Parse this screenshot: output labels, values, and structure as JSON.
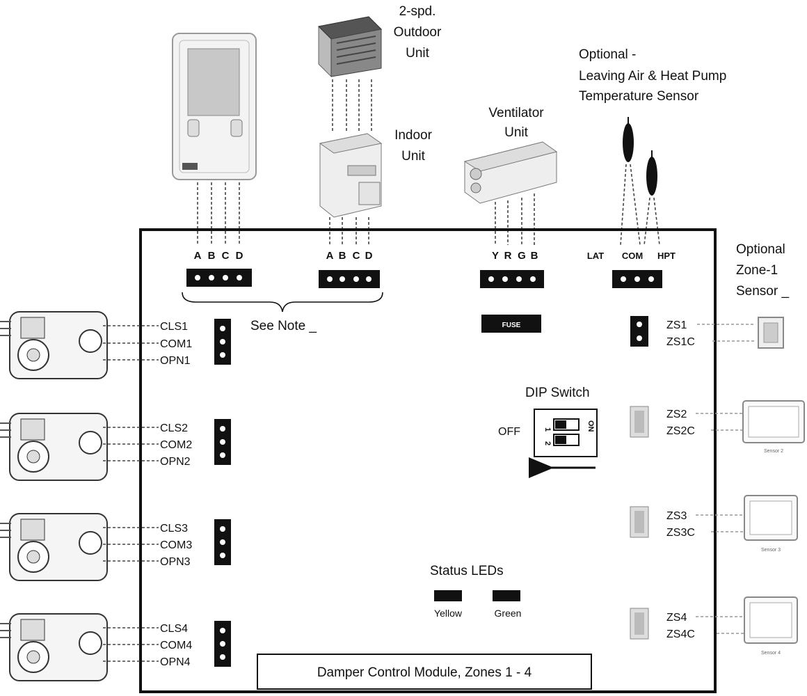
{
  "outdoor_unit_label": [
    "2-spd.",
    "Outdoor",
    "Unit"
  ],
  "indoor_unit_label": [
    "Indoor",
    "Unit"
  ],
  "ventilator_label": [
    "Ventilator",
    "Unit"
  ],
  "optional_sensor_label": [
    "Optional -",
    "Leaving Air & Heat Pump",
    "Temperature Sensor"
  ],
  "optional_zone1_label": [
    "Optional",
    "Zone-1",
    "Sensor _"
  ],
  "thermostat_terminals": [
    "A",
    "B",
    "C",
    "D"
  ],
  "indoor_terminals": [
    "A",
    "B",
    "C",
    "D"
  ],
  "vent_terminals": [
    "Y",
    "R",
    "G",
    "B"
  ],
  "sensor_terminals": [
    "LAT",
    "COM",
    "HPT"
  ],
  "see_note": "See Note _",
  "fuse_label": "FUSE",
  "dip_switch": {
    "title": "DIP Switch",
    "off_label": "OFF",
    "on_label": "ON",
    "switch_numbers": [
      "1",
      "2"
    ]
  },
  "dampers": [
    {
      "cls": "CLS1",
      "com": "COM1",
      "opn": "OPN1"
    },
    {
      "cls": "CLS2",
      "com": "COM2",
      "opn": "OPN2"
    },
    {
      "cls": "CLS3",
      "com": "COM3",
      "opn": "OPN3"
    },
    {
      "cls": "CLS4",
      "com": "COM4",
      "opn": "OPN4"
    }
  ],
  "zones": [
    {
      "zs": "ZS1",
      "zsc": "ZS1C",
      "sensor": ""
    },
    {
      "zs": "ZS2",
      "zsc": "ZS2C",
      "sensor": "Sensor 2"
    },
    {
      "zs": "ZS3",
      "zsc": "ZS3C",
      "sensor": "Sensor 3"
    },
    {
      "zs": "ZS4",
      "zsc": "ZS4C",
      "sensor": "Sensor 4"
    }
  ],
  "status_leds": {
    "title": "Status LEDs",
    "yellow": "Yellow",
    "green": "Green"
  },
  "module_title": "Damper Control Module, Zones 1 - 4"
}
